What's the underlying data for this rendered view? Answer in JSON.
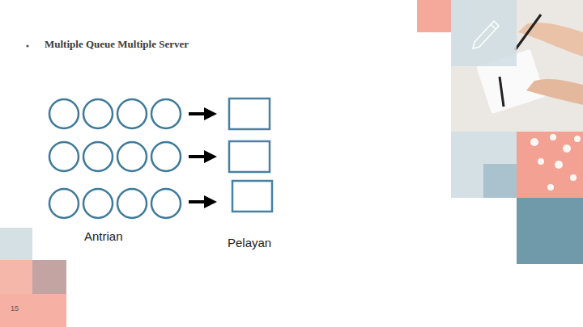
{
  "diagram": {
    "title": "Multiple Queue Multiple Server",
    "labels": [
      "Antrian",
      "Pelayan",
      "15"
    ]
  }
}
